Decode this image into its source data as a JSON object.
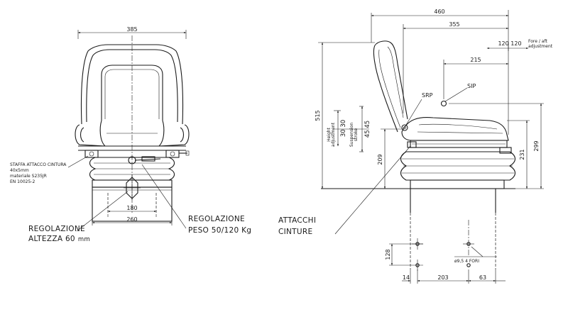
{
  "front_view": {
    "dim_width": "385",
    "dim_base_inner": "180",
    "dim_base_outer": "260",
    "belt_bracket": {
      "line1": "STAFFA ATTACCO CINTURA",
      "line2": "40x5mm",
      "line3": "materiale S235JR",
      "line4": "EN 10025-2"
    },
    "height_adjust": {
      "line1": "REGOLAZIONE",
      "line2": "ALTEZZA 60",
      "unit": "mm"
    },
    "weight_adjust": {
      "line1": "REGOLAZIONE",
      "line2": "PESO 50/120 Kg"
    }
  },
  "side_view": {
    "dim_overall_depth": "460",
    "dim_depth_355": "355",
    "fore_aft_values": "120 120",
    "fore_aft_label_1": "Fore / aft",
    "fore_aft_label_2": "adjustment",
    "dim_215": "215",
    "sip": "SIP",
    "srp": "SRP",
    "dim_height_515": "515",
    "height_adj_label_1": "Height",
    "height_adj_label_2": "adjustment",
    "height_adj_values": "30  30",
    "suspension_label_1": "Suspension",
    "suspension_label_2": "stroke",
    "suspension_values": "45  45",
    "dim_209": "209",
    "dim_231": "231",
    "dim_299": "299",
    "belt_anchors_1": "ATTACCHI",
    "belt_anchors_2": "CINTURE"
  },
  "mounting": {
    "dim_128": "128",
    "holes": "ø9,5 4 FORI",
    "dim_14": "14",
    "dim_203": "203",
    "dim_63": "63"
  }
}
